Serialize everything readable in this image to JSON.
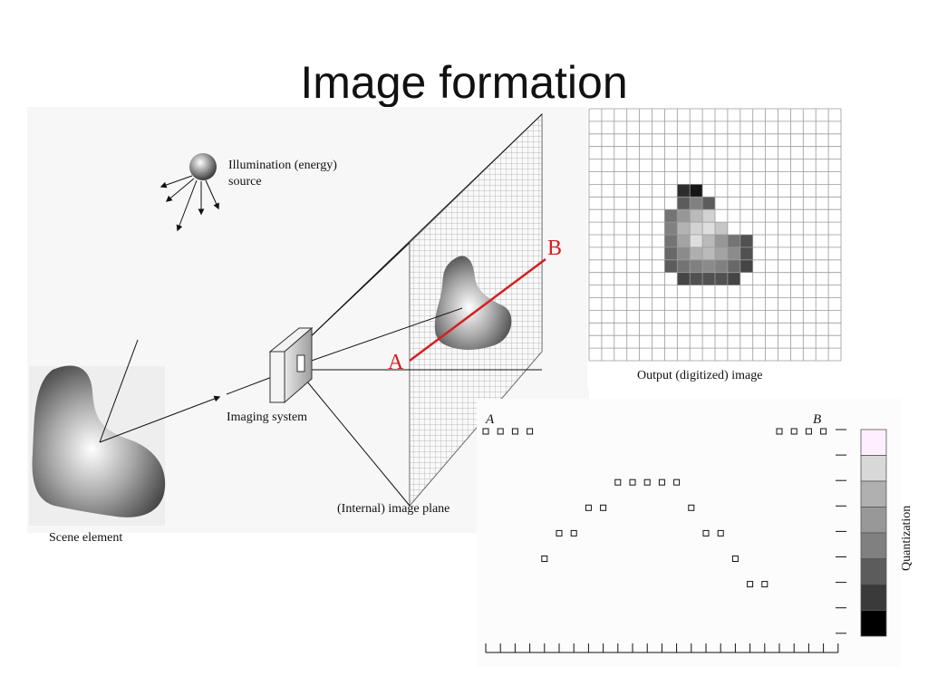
{
  "slide": {
    "title": "Image formation"
  },
  "labels": {
    "illumination": [
      "Illumination (energy)",
      "source"
    ],
    "imaging_system": "Imaging system",
    "image_plane": "(Internal) image plane",
    "scene_element": "Scene element",
    "output_image": "Output (digitized) image",
    "point_a": "A",
    "point_b": "B",
    "plot_a": "A",
    "plot_b": "B",
    "quantization": "Quantization"
  },
  "colors": {
    "scan_line": "#d42020",
    "grid_line": "#9a9a9a",
    "ink": "#111111"
  },
  "digitized_image": {
    "cols": 20,
    "rows": 20,
    "pixels": [
      {
        "c": 8,
        "r": 6,
        "v": 0.05
      },
      {
        "c": 7,
        "r": 6,
        "v": 0.15
      },
      {
        "c": 9,
        "r": 7,
        "v": 0.35
      },
      {
        "c": 7,
        "r": 7,
        "v": 0.35
      },
      {
        "c": 8,
        "r": 7,
        "v": 0.5
      },
      {
        "c": 6,
        "r": 8,
        "v": 0.45
      },
      {
        "c": 7,
        "r": 8,
        "v": 0.6
      },
      {
        "c": 8,
        "r": 8,
        "v": 0.75
      },
      {
        "c": 9,
        "r": 8,
        "v": 0.85
      },
      {
        "c": 6,
        "r": 9,
        "v": 0.5
      },
      {
        "c": 7,
        "r": 9,
        "v": 0.72
      },
      {
        "c": 8,
        "r": 9,
        "v": 0.85
      },
      {
        "c": 9,
        "r": 9,
        "v": 0.9
      },
      {
        "c": 10,
        "r": 9,
        "v": 0.8
      },
      {
        "c": 6,
        "r": 10,
        "v": 0.45
      },
      {
        "c": 7,
        "r": 10,
        "v": 0.65
      },
      {
        "c": 8,
        "r": 10,
        "v": 0.9
      },
      {
        "c": 9,
        "r": 10,
        "v": 0.75
      },
      {
        "c": 10,
        "r": 10,
        "v": 0.6
      },
      {
        "c": 11,
        "r": 10,
        "v": 0.45
      },
      {
        "c": 12,
        "r": 10,
        "v": 0.3
      },
      {
        "c": 6,
        "r": 11,
        "v": 0.4
      },
      {
        "c": 7,
        "r": 11,
        "v": 0.55
      },
      {
        "c": 8,
        "r": 11,
        "v": 0.7
      },
      {
        "c": 9,
        "r": 11,
        "v": 0.75
      },
      {
        "c": 10,
        "r": 11,
        "v": 0.65
      },
      {
        "c": 11,
        "r": 11,
        "v": 0.55
      },
      {
        "c": 12,
        "r": 11,
        "v": 0.3
      },
      {
        "c": 6,
        "r": 12,
        "v": 0.35
      },
      {
        "c": 7,
        "r": 12,
        "v": 0.45
      },
      {
        "c": 8,
        "r": 12,
        "v": 0.5
      },
      {
        "c": 9,
        "r": 12,
        "v": 0.55
      },
      {
        "c": 10,
        "r": 12,
        "v": 0.5
      },
      {
        "c": 11,
        "r": 12,
        "v": 0.4
      },
      {
        "c": 12,
        "r": 12,
        "v": 0.25
      },
      {
        "c": 7,
        "r": 13,
        "v": 0.25
      },
      {
        "c": 8,
        "r": 13,
        "v": 0.3
      },
      {
        "c": 9,
        "r": 13,
        "v": 0.3
      },
      {
        "c": 10,
        "r": 13,
        "v": 0.3
      },
      {
        "c": 11,
        "r": 13,
        "v": 0.25
      }
    ]
  },
  "scan_profile": {
    "levels": 8,
    "samples": 25,
    "points": [
      {
        "i": 0,
        "q": 7
      },
      {
        "i": 1,
        "q": 7
      },
      {
        "i": 2,
        "q": 7
      },
      {
        "i": 3,
        "q": 7
      },
      {
        "i": 4,
        "q": 2
      },
      {
        "i": 5,
        "q": 3
      },
      {
        "i": 6,
        "q": 3
      },
      {
        "i": 7,
        "q": 4
      },
      {
        "i": 8,
        "q": 4
      },
      {
        "i": 9,
        "q": 5
      },
      {
        "i": 10,
        "q": 5
      },
      {
        "i": 11,
        "q": 5
      },
      {
        "i": 12,
        "q": 5
      },
      {
        "i": 13,
        "q": 5
      },
      {
        "i": 14,
        "q": 4
      },
      {
        "i": 15,
        "q": 3
      },
      {
        "i": 16,
        "q": 3
      },
      {
        "i": 17,
        "q": 2
      },
      {
        "i": 18,
        "q": 1
      },
      {
        "i": 19,
        "q": 1
      },
      {
        "i": 20,
        "q": 7
      },
      {
        "i": 21,
        "q": 7
      },
      {
        "i": 22,
        "q": 7
      },
      {
        "i": 23,
        "q": 7
      }
    ],
    "quant_shades": [
      "#ffeeff",
      "#d8d8d8",
      "#b0b0b0",
      "#989898",
      "#808080",
      "#5c5c5c",
      "#3a3a3a",
      "#000000"
    ]
  }
}
